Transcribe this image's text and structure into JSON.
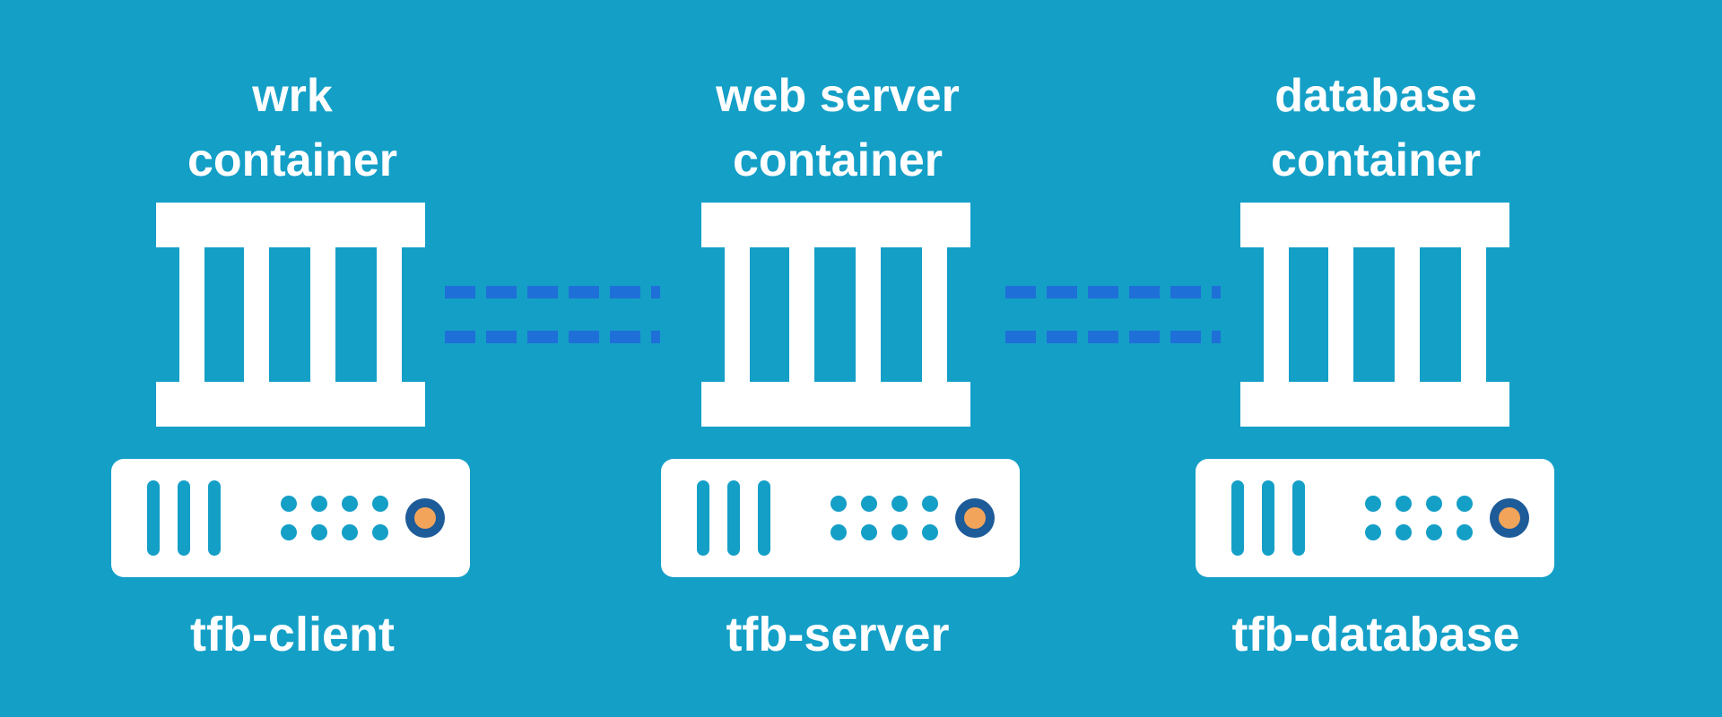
{
  "colors": {
    "background": "#149fc7",
    "foreground": "#ffffff",
    "connector": "#1f6fd8",
    "led_ring": "#1d5b99",
    "led_core": "#f2a55a"
  },
  "nodes": [
    {
      "title_line1": "wrk",
      "title_line2": "container",
      "host": "tfb-client",
      "container_icon": "container-icon",
      "server_icon": "server-icon"
    },
    {
      "title_line1": "web server",
      "title_line2": "container",
      "host": "tfb-server",
      "container_icon": "container-icon",
      "server_icon": "server-icon"
    },
    {
      "title_line1": "database",
      "title_line2": "container",
      "host": "tfb-database",
      "container_icon": "container-icon",
      "server_icon": "server-icon"
    }
  ],
  "connectors": [
    {
      "from": "tfb-client",
      "to": "tfb-server",
      "style": "double-dashed"
    },
    {
      "from": "tfb-server",
      "to": "tfb-database",
      "style": "double-dashed"
    }
  ]
}
